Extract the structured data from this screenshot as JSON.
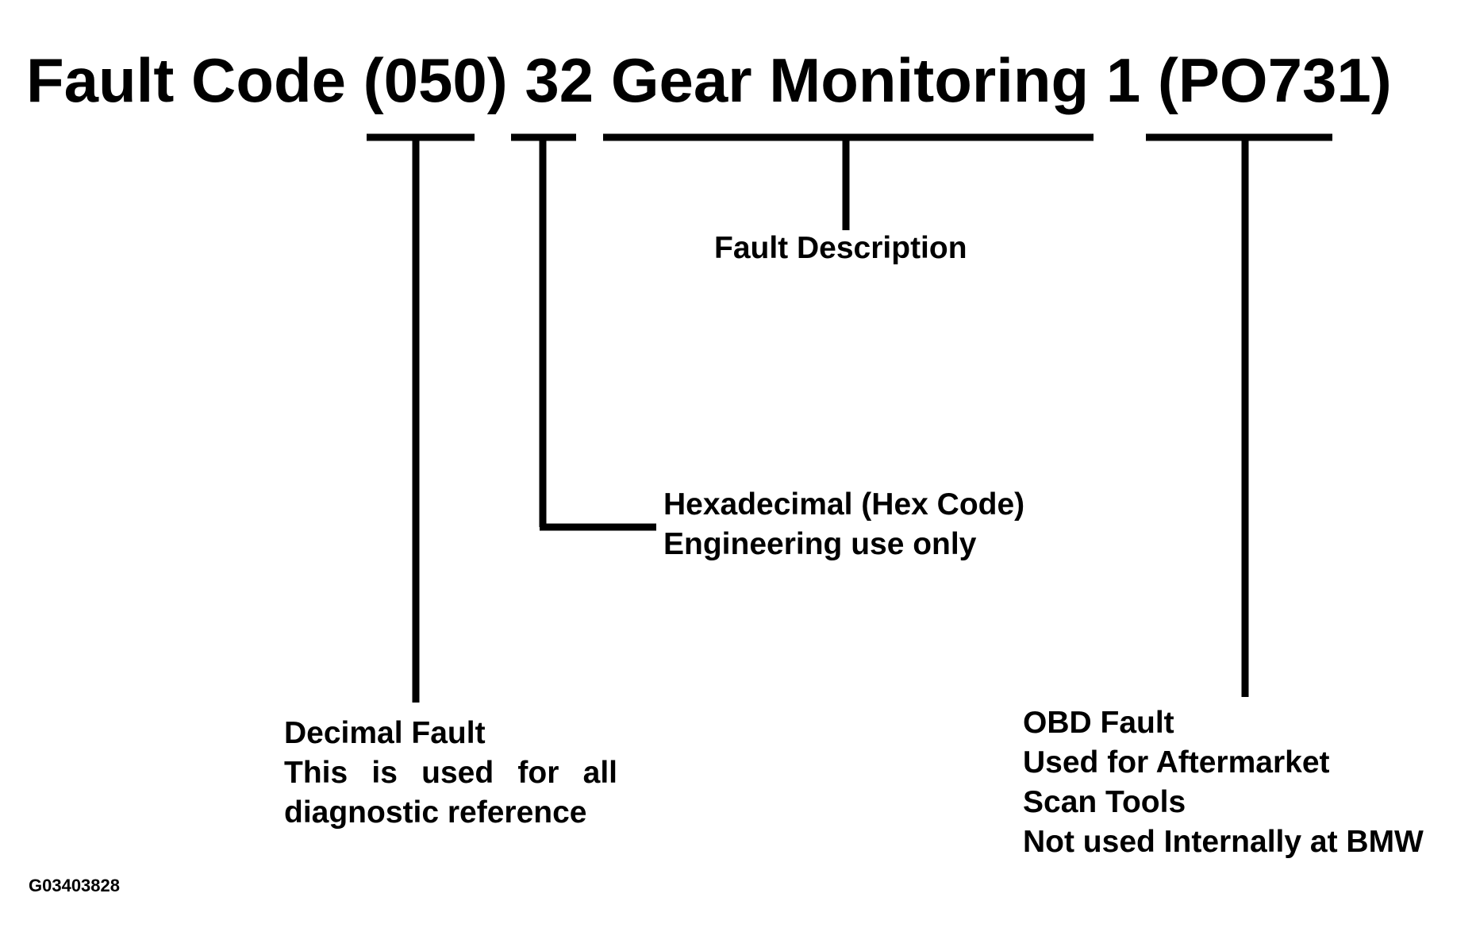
{
  "title": "Fault Code (050) 32 Gear Monitoring 1 (PO731)",
  "annotations": {
    "fault_description": [
      "Fault Description"
    ],
    "hexadecimal": [
      "Hexadecimal (Hex Code)",
      "Engineering use only"
    ],
    "decimal": [
      "Decimal Fault",
      "This is used for all",
      "diagnostic reference"
    ],
    "obd": [
      "OBD Fault",
      "Used for Aftermarket",
      "Scan Tools",
      "Not used Internally at BMW"
    ]
  },
  "figure_id": "G03403828"
}
